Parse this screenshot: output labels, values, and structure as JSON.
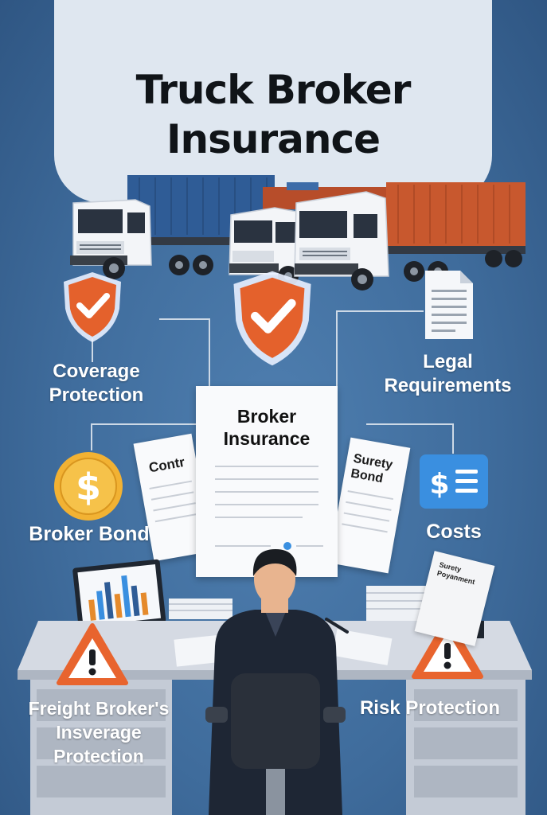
{
  "title": "Truck Broker\nInsurance",
  "labels": {
    "coverage_protection": "Coverage\nProtection",
    "legal_requirements": "Legal\nRequirements",
    "broker_bond": "Broker Bond",
    "costs": "Costs",
    "freight_broker": "Freight Broker's\nInsverage\nProtection",
    "risk_protection": "Risk Protection"
  },
  "documents": {
    "main_title": "Broker\nInsurance",
    "left_partial": "Contr",
    "right_title": "Surety\nBond",
    "desk_paper": "Surety\nPoyanment"
  },
  "icons": {
    "shield": "shield-check-icon",
    "document": "document-icon",
    "dollar": "dollar-coin-icon",
    "costs": "dollar-list-icon",
    "warning": "warning-icon"
  },
  "colors": {
    "background": "#3f6c9c",
    "title_panel": "#dfe7f0",
    "shield_orange": "#e4612c",
    "warning_orange": "#e8642e",
    "coin_gold": "#f2b233",
    "costs_blue": "#3a8fe0",
    "container_blue": "#2f5c96",
    "container_red": "#c8582e"
  }
}
